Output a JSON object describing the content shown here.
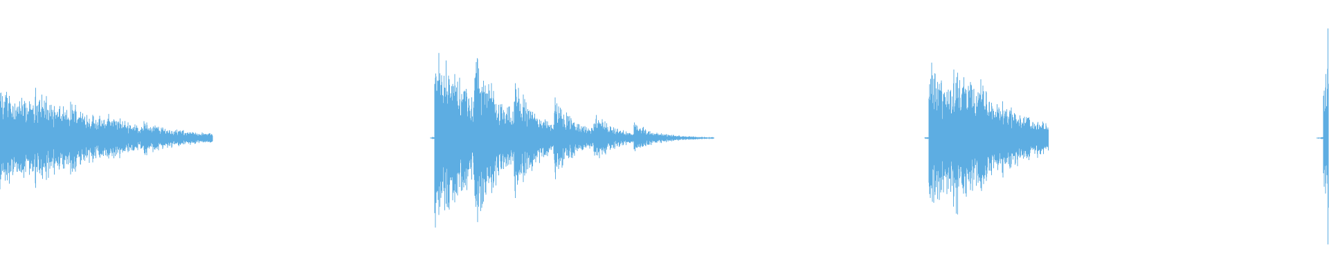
{
  "waveform": {
    "wave_color": "#5DADE2",
    "background_color": "#FFFFFF",
    "bursts": [
      {
        "peak_amplitude": 0.55,
        "decay": 0.06,
        "sub_peaks": [
          0.18,
          0.12,
          0.08,
          0.06
        ],
        "tail_extent": 0.16
      },
      {
        "peak_amplitude": 1.0,
        "decay": 0.04,
        "sub_peaks": [
          0.5,
          0.38,
          0.3,
          0.18,
          0.12
        ],
        "tail_extent": 0.21
      },
      {
        "peak_amplitude": 0.8,
        "decay": 0.05,
        "sub_peaks": [
          0.35,
          0.15,
          0.08
        ],
        "tail_extent": 0.09
      },
      {
        "peak_amplitude": 0.92,
        "decay": 0.03,
        "sub_peaks": [
          0.4
        ],
        "tail_extent": 0.01
      }
    ]
  }
}
